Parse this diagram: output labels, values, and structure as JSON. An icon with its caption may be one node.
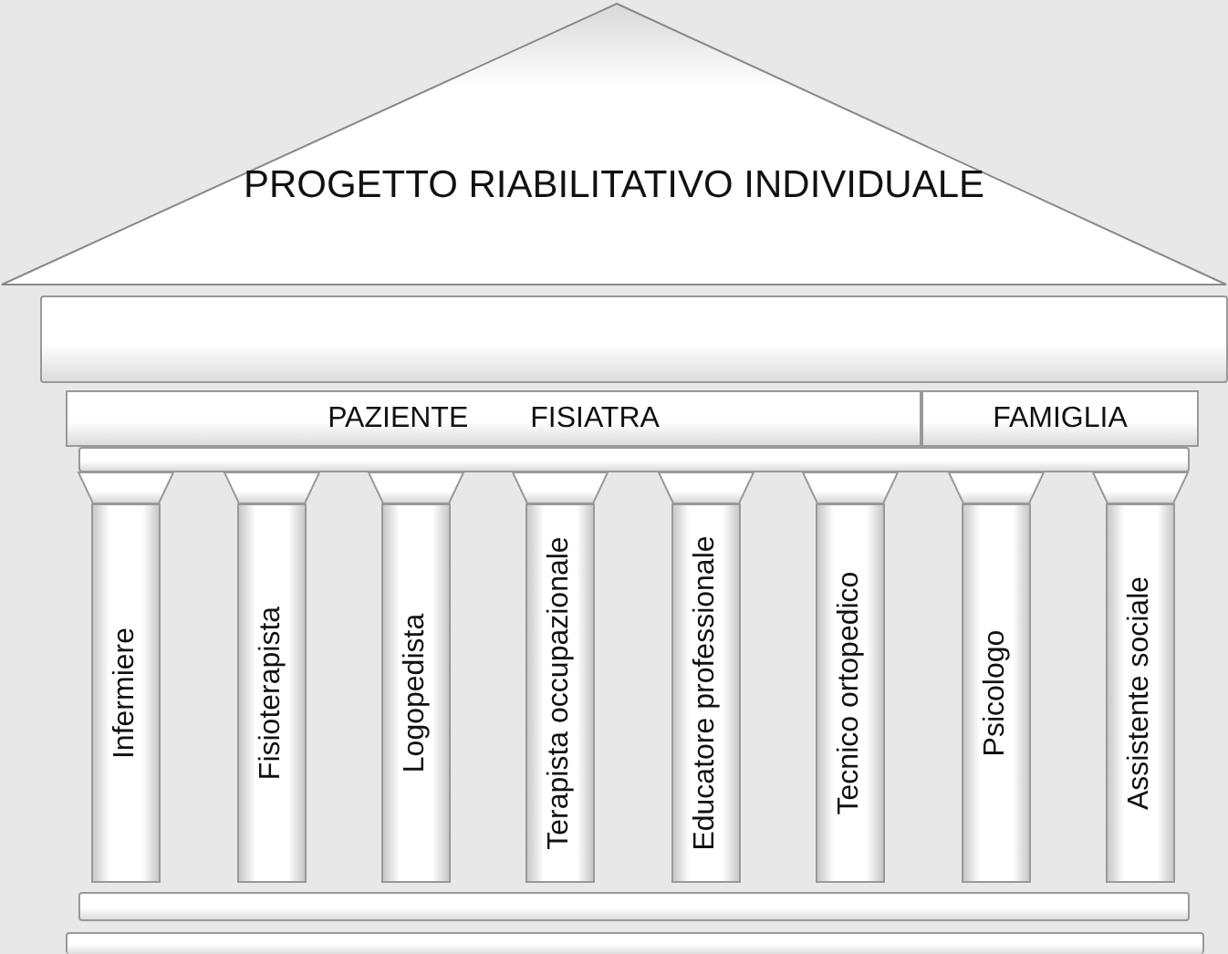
{
  "diagram": {
    "nodes": [
      {
        "text": [
          "PROGETTO RIABILITATIVO INDIVIDUALE"
        ]
      },
      {
        "text": [],
        "shape": "bar"
      },
      {
        "text": [
          "PAZIENTE",
          "FISIATRA"
        ]
      },
      {
        "text": [
          "FAMIGLIA"
        ]
      },
      {
        "text": [],
        "shape": "bar"
      },
      {
        "text": [
          "Infermiere"
        ]
      },
      {
        "text": [
          "Fisioterapista"
        ]
      },
      {
        "text": [
          "Logopedista"
        ]
      },
      {
        "text": [
          "Terapista occupazionale"
        ]
      },
      {
        "text": [
          "Educatore professionale"
        ]
      },
      {
        "text": [
          "Tecnico ortopedico"
        ]
      },
      {
        "text": [
          "Psicologo"
        ]
      },
      {
        "text": [
          "Assistente sociale"
        ]
      },
      {
        "text": [],
        "shape": "bar"
      },
      {
        "text": [],
        "shape": "bar"
      }
    ]
  }
}
